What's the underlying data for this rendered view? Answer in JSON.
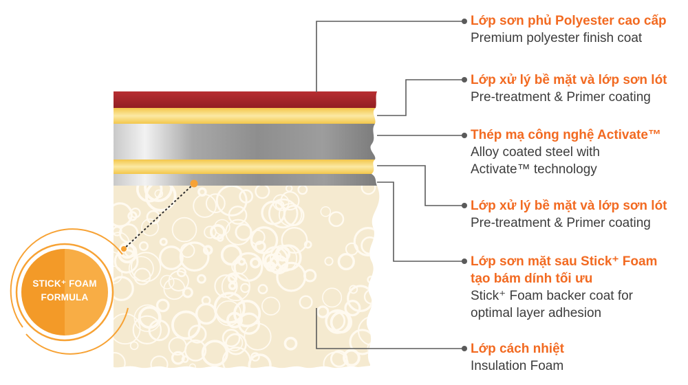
{
  "layers": [
    {
      "vi": "Lớp sơn phủ Polyester cao cấp",
      "en": [
        "Premium polyester finish coat"
      ]
    },
    {
      "vi": "Lớp xử lý bề mặt và lớp sơn lót",
      "en": [
        "Pre-treatment & Primer coating"
      ]
    },
    {
      "vi": "Thép mạ công nghệ Activate™",
      "en": [
        "Alloy coated steel with",
        "Activate™ technology"
      ]
    },
    {
      "vi": "Lớp xử lý bề mặt và lớp sơn lót",
      "en": [
        "Pre-treatment & Primer coating"
      ]
    },
    {
      "vi": [
        "Lớp sơn mặt sau Stick⁺ Foam",
        "tạo bám dính tối ưu"
      ],
      "en": [
        "Stick⁺ Foam backer coat for",
        "optimal layer adhesion"
      ]
    },
    {
      "vi": "Lớp cách nhiệt",
      "en": [
        "Insulation Foam"
      ]
    }
  ],
  "badge": {
    "line1": "STICK⁺ FOAM",
    "line2": "FORMULA"
  },
  "colors": {
    "accent": "#f26a21",
    "text": "#3c3c3c",
    "line": "#5a5a5a",
    "finish": "#a8272b",
    "primer": "#f6cf5a",
    "badge": "#f7a234",
    "foam": "#f5ead0"
  }
}
